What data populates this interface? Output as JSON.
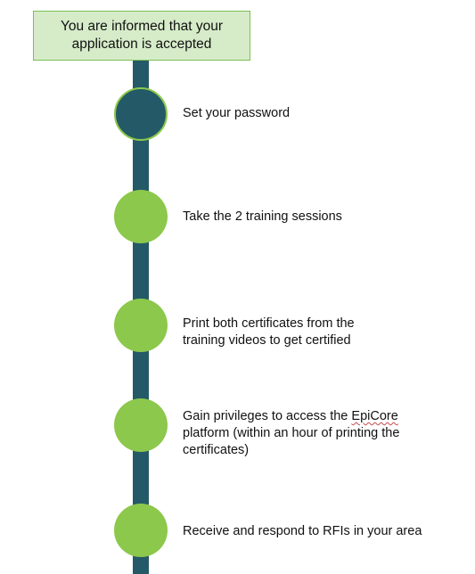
{
  "start": {
    "text": "You are informed that your application is accepted"
  },
  "colors": {
    "timeline": "#245a67",
    "node_pending": "#8cc84b",
    "node_border": "#8cc84b",
    "box_fill": "#d6ecc9",
    "box_border": "#7cbf55"
  },
  "steps": [
    {
      "status": "done",
      "text": "Set your password"
    },
    {
      "status": "pending",
      "text": "Take the 2 training sessions"
    },
    {
      "status": "pending",
      "text": "Print both certificates from the training videos to get certified"
    },
    {
      "status": "pending",
      "text_prefix": "Gain privileges to access the ",
      "text_highlight": "EpiCore",
      "text_suffix": " platform (within an hour of printing the certificates)"
    },
    {
      "status": "pending",
      "text": "Receive and respond to RFIs in your area"
    }
  ]
}
